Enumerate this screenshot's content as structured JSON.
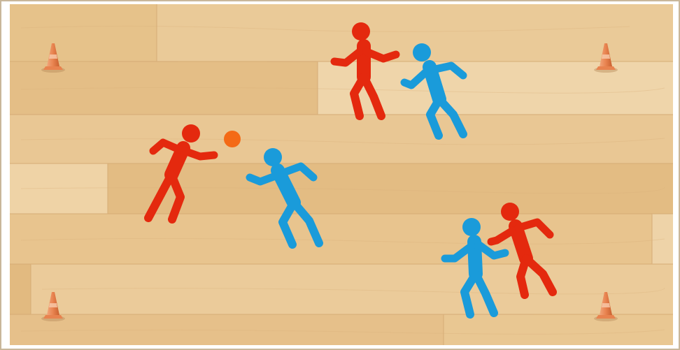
{
  "court": {
    "floor_color": "#E8C590",
    "plank_light": "#EDD3A6",
    "plank_dark": "#D9AE74",
    "border_color": "#C9B79A"
  },
  "team_colors": {
    "red": "#E4290E",
    "blue": "#1A9BDA"
  },
  "ball": {
    "color": "#F46A16"
  },
  "cone": {
    "color": "#E8834F",
    "highlight": "#F7C7A7",
    "count": 4
  },
  "players": [
    {
      "id": "red-thrower",
      "team": "red",
      "pose": "throwing"
    },
    {
      "id": "blue-defender-center",
      "team": "blue",
      "pose": "reaching"
    },
    {
      "id": "red-top",
      "team": "red",
      "pose": "running"
    },
    {
      "id": "blue-top",
      "team": "blue",
      "pose": "running"
    },
    {
      "id": "blue-bottom",
      "team": "blue",
      "pose": "reaching"
    },
    {
      "id": "red-bottom",
      "team": "red",
      "pose": "guarding"
    }
  ]
}
